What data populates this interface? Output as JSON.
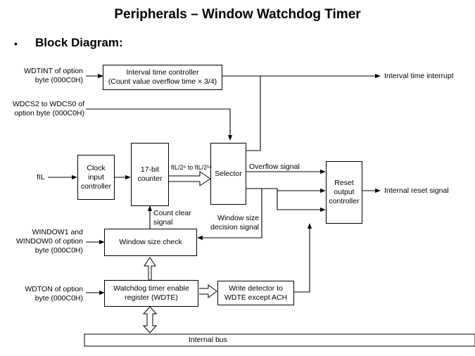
{
  "slide": {
    "title": "Peripherals – Window Watchdog Timer",
    "bullet": "•",
    "subtitle": "Block Diagram:"
  },
  "inputs": {
    "wdtint": [
      "WDTINT of option",
      "byte (000C0H)"
    ],
    "wdcs": [
      "WDCS2 to WDCS0 of",
      "option byte (000C0H)"
    ],
    "fil": "fIL",
    "window": [
      "WINDOW1 and",
      "WINDOW0 of option",
      "byte (000C0H)"
    ],
    "wdton": [
      "WDTON of option",
      "byte (000C0H)"
    ]
  },
  "blocks": {
    "interval_controller": [
      "Interval time controller",
      "(Count value overflow time × 3/4)"
    ],
    "clock_input": [
      "Clock",
      "input",
      "controller"
    ],
    "counter": [
      "17-bit",
      "counter"
    ],
    "selector": "Selector",
    "reset_output": [
      "Reset",
      "output",
      "controller"
    ],
    "window_check": "Window size check",
    "wdte_register": [
      "Watchdog timer enable",
      "register (WDTE)"
    ],
    "write_detector": [
      "Write detector to",
      "WDTE except ACH"
    ]
  },
  "signals": {
    "freq_range": "fIL/2⁶ to fIL/2¹⁶",
    "overflow": "Overflow signal",
    "count_clear": [
      "Count clear",
      "signal"
    ],
    "window_decision": [
      "Window size",
      "decision signal"
    ],
    "interval_interrupt": "Interval time interrupt",
    "internal_reset": "Internal reset signal",
    "internal_bus": "Internal bus"
  }
}
